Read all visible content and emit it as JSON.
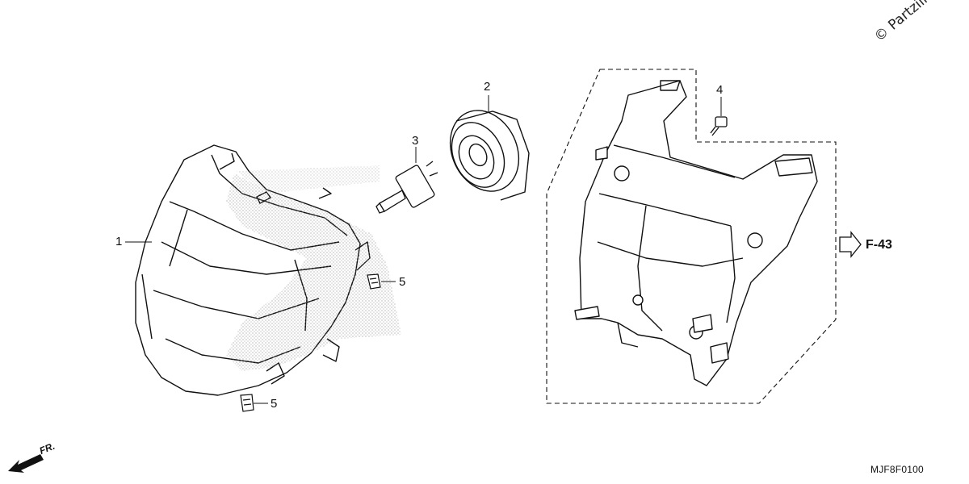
{
  "callouts": {
    "c1": "1",
    "c2": "2",
    "c3": "3",
    "c4": "4",
    "c5a": "5",
    "c5b": "5"
  },
  "reference": "F-43",
  "direction_label": "FR.",
  "diagram_code": "MJF8F0100",
  "watermark": "© Partzilla"
}
